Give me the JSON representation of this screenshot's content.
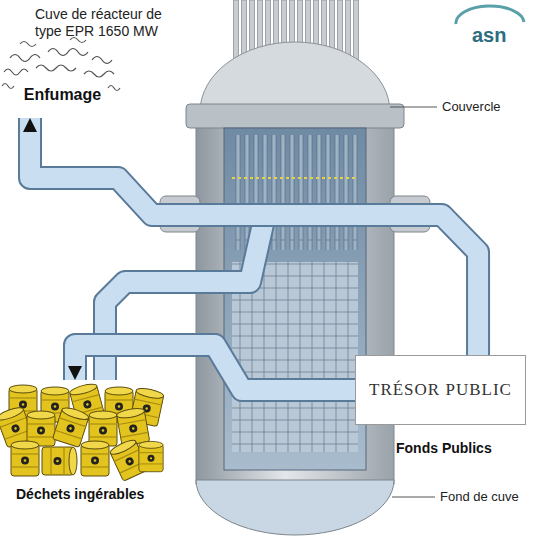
{
  "diagram": {
    "title": "Cuve de réacteur de type EPR 1650 MW",
    "nodes": [
      {
        "text": [
          "Enfumage"
        ]
      },
      {
        "text": [
          "TRÉSOR PUBLIC",
          "Fonds Publics"
        ]
      },
      {
        "text": [
          "Déchets ingérables"
        ]
      }
    ],
    "edges": [
      {
        "from": 1,
        "to": 0,
        "arrow": "to"
      },
      {
        "from": 1,
        "to": 2,
        "arrow": "to"
      }
    ],
    "labels": [
      "asn",
      "Couvercle",
      "Fond de cuve"
    ]
  }
}
